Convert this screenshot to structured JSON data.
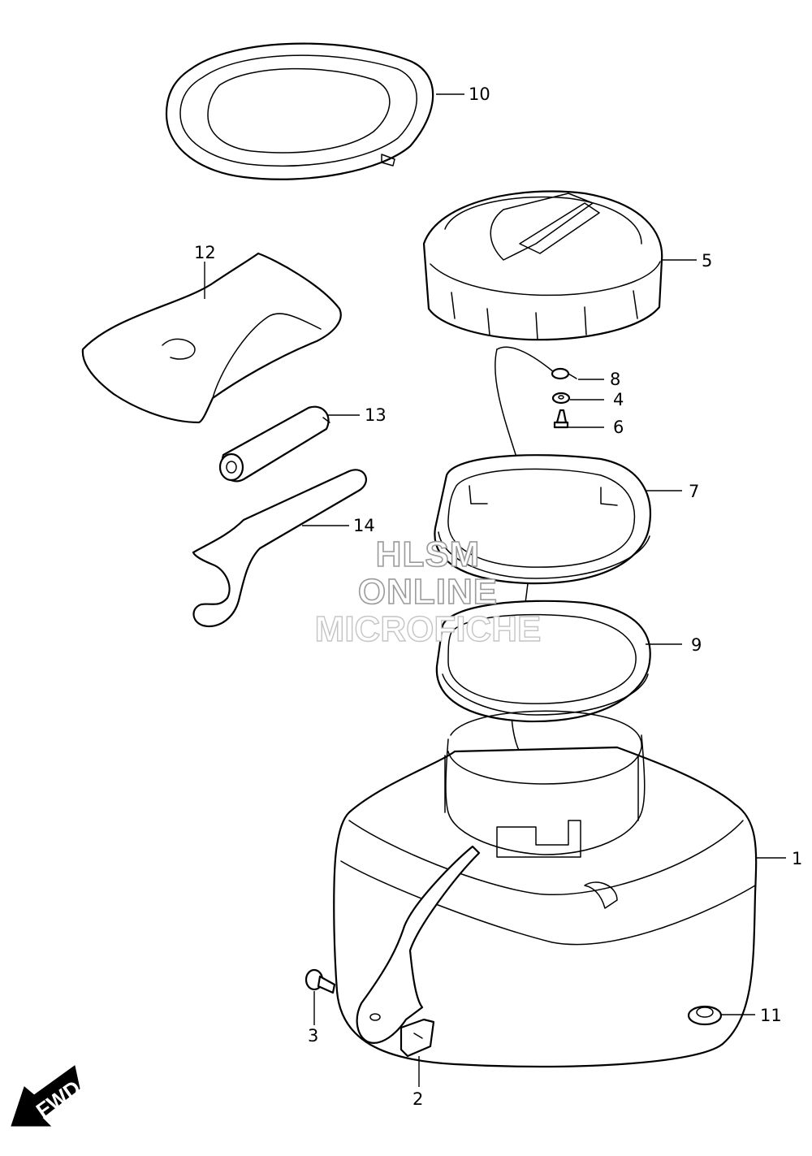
{
  "callouts": {
    "c1": "1",
    "c2": "2",
    "c3": "3",
    "c4": "4",
    "c5": "5",
    "c6": "6",
    "c7": "7",
    "c8": "8",
    "c9": "9",
    "c10": "10",
    "c11": "11",
    "c12": "12",
    "c13": "13",
    "c14": "14"
  },
  "watermark": {
    "line1": "HLSM",
    "line2": "ONLINE",
    "line3": "MICROFICHE"
  },
  "direction_label": "FWD"
}
